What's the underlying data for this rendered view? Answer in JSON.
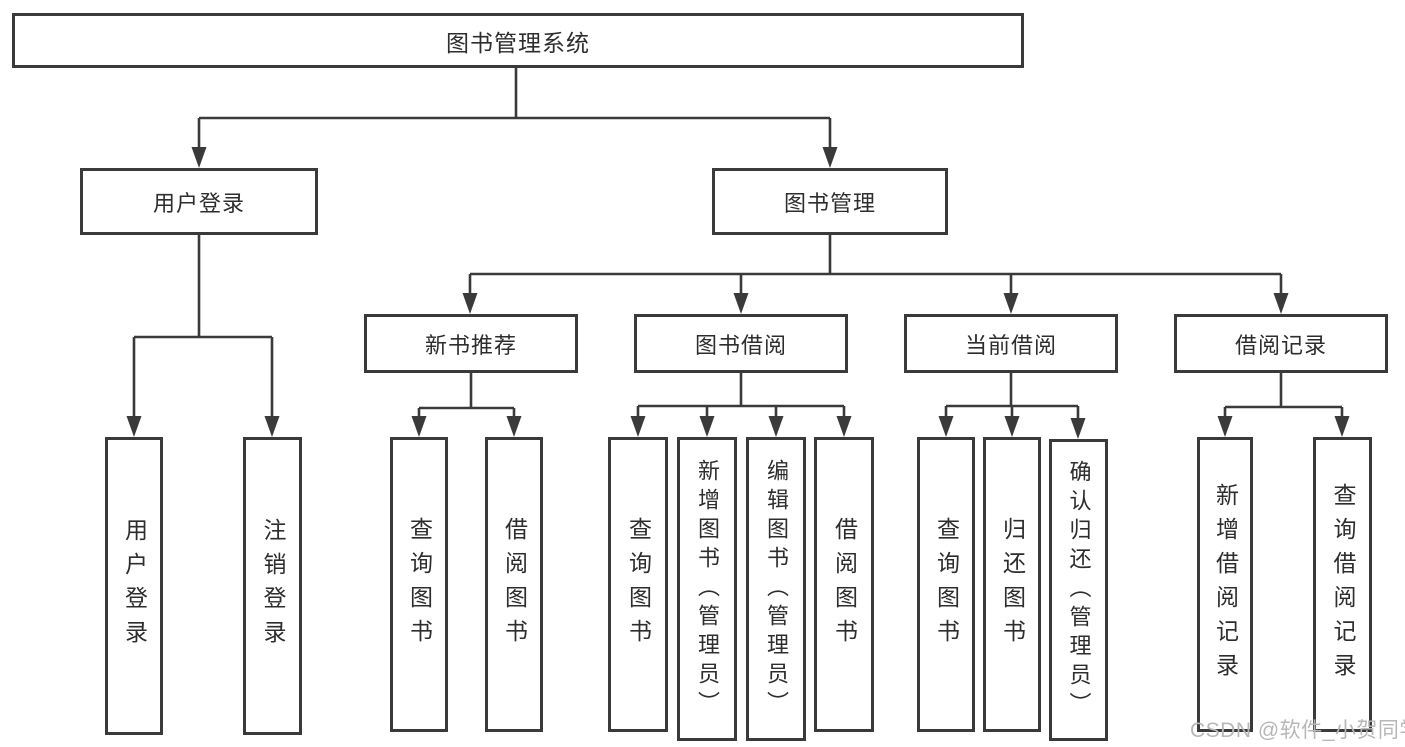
{
  "tree": {
    "label": "图书管理系统",
    "children": [
      {
        "label": "用户登录",
        "children": [
          {
            "label": "用户登录"
          },
          {
            "label": "注销登录"
          }
        ]
      },
      {
        "label": "图书管理",
        "children": [
          {
            "label": "新书推荐",
            "children": [
              {
                "label": "查询图书"
              },
              {
                "label": "借阅图书"
              }
            ]
          },
          {
            "label": "图书借阅",
            "children": [
              {
                "label": "查询图书"
              },
              {
                "label": "新增图书（管理员）"
              },
              {
                "label": "编辑图书（管理员）"
              },
              {
                "label": "借阅图书"
              }
            ]
          },
          {
            "label": "当前借阅",
            "children": [
              {
                "label": "查询图书"
              },
              {
                "label": "归还图书"
              },
              {
                "label": "确认归还（管理员）"
              }
            ]
          },
          {
            "label": "借阅记录",
            "children": [
              {
                "label": "新增借阅记录"
              },
              {
                "label": "查询借阅记录"
              }
            ]
          }
        ]
      }
    ]
  },
  "watermark": {
    "text": "CSDN @软件_小贺同学"
  },
  "colors": {
    "line": "#3a3a3a",
    "text": "#2d2d2d",
    "watermark": "#b7b7b7",
    "background": "#ffffff"
  }
}
